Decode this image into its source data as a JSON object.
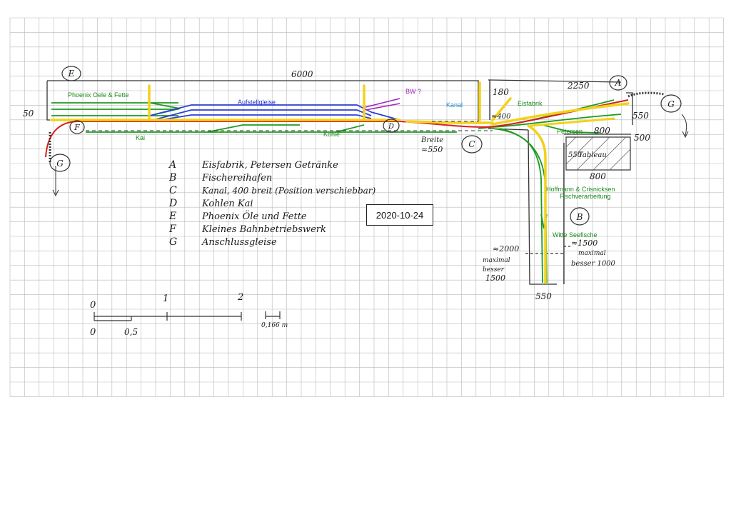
{
  "dimensions": {
    "total_length": "6000",
    "left_width": "50",
    "right_section": "2250",
    "upper_offset": "180",
    "canal_offset": "≈400",
    "right_width": "550",
    "petersen_dim": "800",
    "right_extra": "500",
    "tableau_width": "800",
    "bottom_width": "550",
    "left_branch_length": "≈2000",
    "left_branch_max": "maximal",
    "left_branch_better": "besser",
    "left_branch_better_value": "1500",
    "right_branch_length": "≈1500",
    "right_branch_max": "maximal",
    "right_branch_better": "besser 1000",
    "breite_label": "Breite",
    "breite_value": "≈550"
  },
  "circle_labels": {
    "a": "A",
    "b": "B",
    "c": "C",
    "d": "D",
    "e": "E",
    "f": "F",
    "g_left": "G",
    "g_right": "G"
  },
  "track_labels": {
    "phoenix": "Phoenix Oele & Fette",
    "aufstellgleise": "Aufstellgleise",
    "bw": "BW ?",
    "kanal": "Kanal",
    "eisfabrik": "Eisfabrik",
    "petersen": "Petersen",
    "kai": "Kai",
    "kohle": "Kohle",
    "hoffmann": "Hoffmann & Crisnicksen",
    "fischverarbeitung": "Fischverarbeitung",
    "witte": "Witte Seefische",
    "tableau": "Tableau"
  },
  "legend": [
    {
      "key": "A",
      "text": "Eisfabrik, Petersen Getränke"
    },
    {
      "key": "B",
      "text": "Fischereihafen"
    },
    {
      "key": "C",
      "text": "Kanal, 400 breit (Position verschiebbar)"
    },
    {
      "key": "D",
      "text": "Kohlen Kai"
    },
    {
      "key": "E",
      "text": "Phoenix Öle und Fette"
    },
    {
      "key": "F",
      "text": "Kleines Bahnbetriebswerk"
    },
    {
      "key": "G",
      "text": "Anschlussgleise"
    }
  ],
  "date": "2020-10-24",
  "scale": {
    "tick_0_top": "0",
    "tick_1": "1",
    "tick_2": "2",
    "tick_0_bottom": "0",
    "tick_05": "0,5",
    "small_scale": "0,166 m"
  },
  "colors": {
    "grid": "#b9b9b9",
    "green": "#1e9a1e",
    "blue": "#2a3fd8",
    "yellow": "#f2d21a",
    "red": "#d81e1e",
    "purple": "#a020c0"
  }
}
